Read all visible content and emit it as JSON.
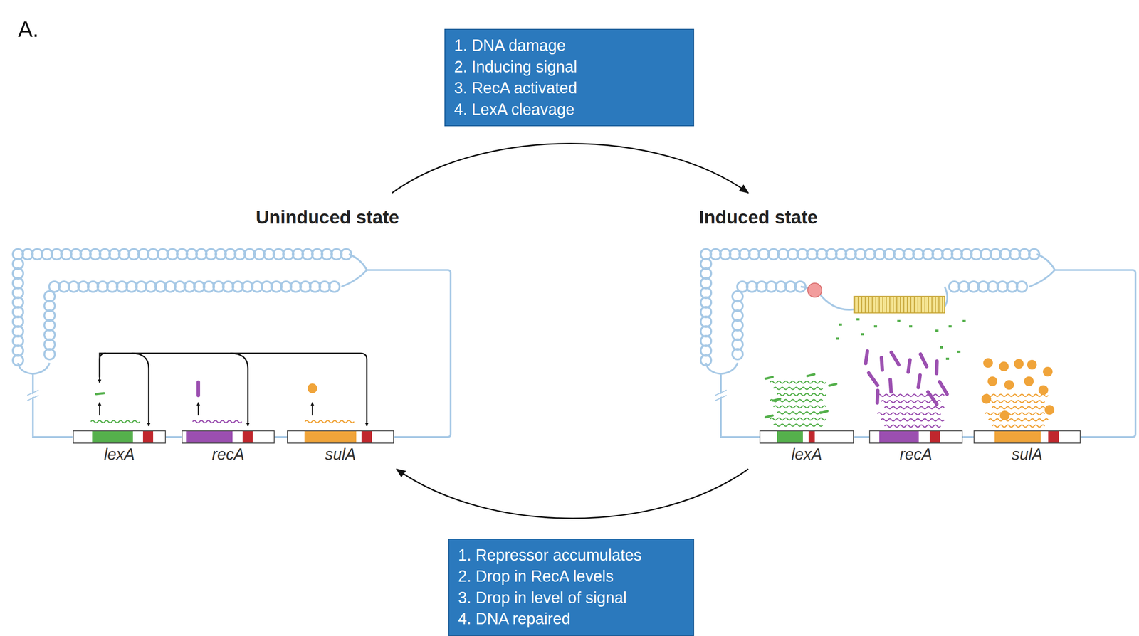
{
  "diagram": {
    "nodes": [
      {
        "text": [
          "1. DNA damage",
          "2. Inducing signal",
          "3. RecA activated",
          "4. LexA cleavage"
        ]
      },
      {
        "text": [
          "Uninduced state"
        ]
      },
      {
        "text": [
          "lexA"
        ],
        "in": 1
      },
      {
        "text": [
          "recA"
        ],
        "in": 1
      },
      {
        "text": [
          "sulA"
        ],
        "in": 1
      },
      {
        "text": [
          "Induced state"
        ]
      },
      {
        "text": [
          "lexA"
        ],
        "in": 5
      },
      {
        "text": [
          "recA"
        ],
        "in": 5
      },
      {
        "text": [
          "sulA"
        ],
        "in": 5
      },
      {
        "text": [
          "1. Repressor accumulates",
          "2. Drop in RecA levels",
          "3. Drop in level of signal",
          "4. DNA repaired"
        ]
      }
    ],
    "edges": [
      {
        "from": 1,
        "to": 5,
        "arrow": "to"
      },
      {
        "from": 5,
        "to": 1,
        "arrow": "to"
      }
    ],
    "labels": [
      "A."
    ]
  }
}
